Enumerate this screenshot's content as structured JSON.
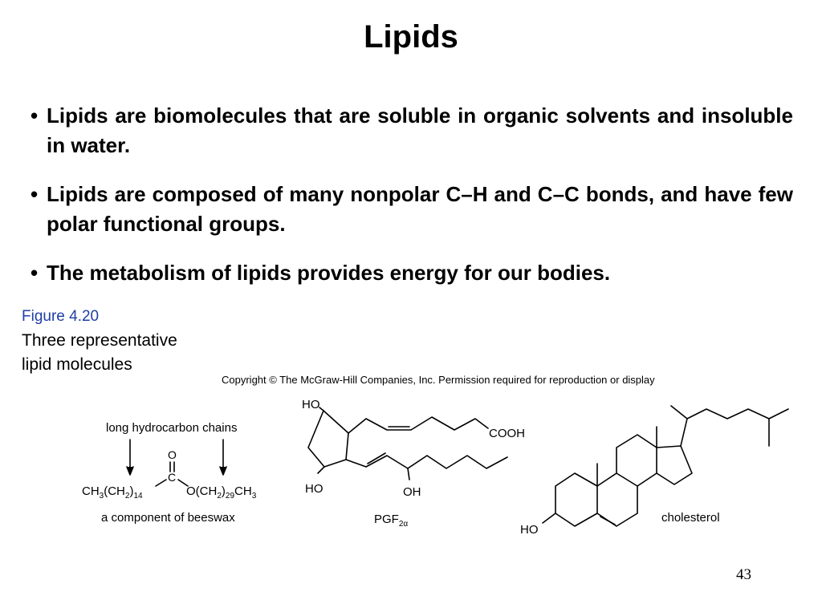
{
  "slide": {
    "title": "Lipids",
    "bullets": [
      "Lipids are biomolecules that are soluble in organic solvents and insoluble in water.",
      "Lipids are composed of many nonpolar C–H and C–C bonds, and have few polar functional groups.",
      "The metabolism of lipids provides energy for our bodies."
    ],
    "figure": {
      "number": "Figure 4.20",
      "caption_line1": "Three representative",
      "caption_line2": "lipid molecules",
      "copyright": "Copyright © The McGraw-Hill Companies, Inc. Permission required for reproduction or display"
    },
    "page_number": "43"
  },
  "beeswax": {
    "label_top": "long hydrocarbon chains",
    "oxygen": "O",
    "carbon": "C",
    "left_group": "CH",
    "right_group_prefix": "O(CH",
    "caption": "a component of beeswax"
  },
  "pgf": {
    "ho_top": "HO",
    "cooh": "COOH",
    "ho_bottom": "HO",
    "oh": "OH",
    "name": "PGF",
    "name_sub": "2α"
  },
  "cholesterol": {
    "ho": "HO",
    "name": "cholesterol"
  }
}
